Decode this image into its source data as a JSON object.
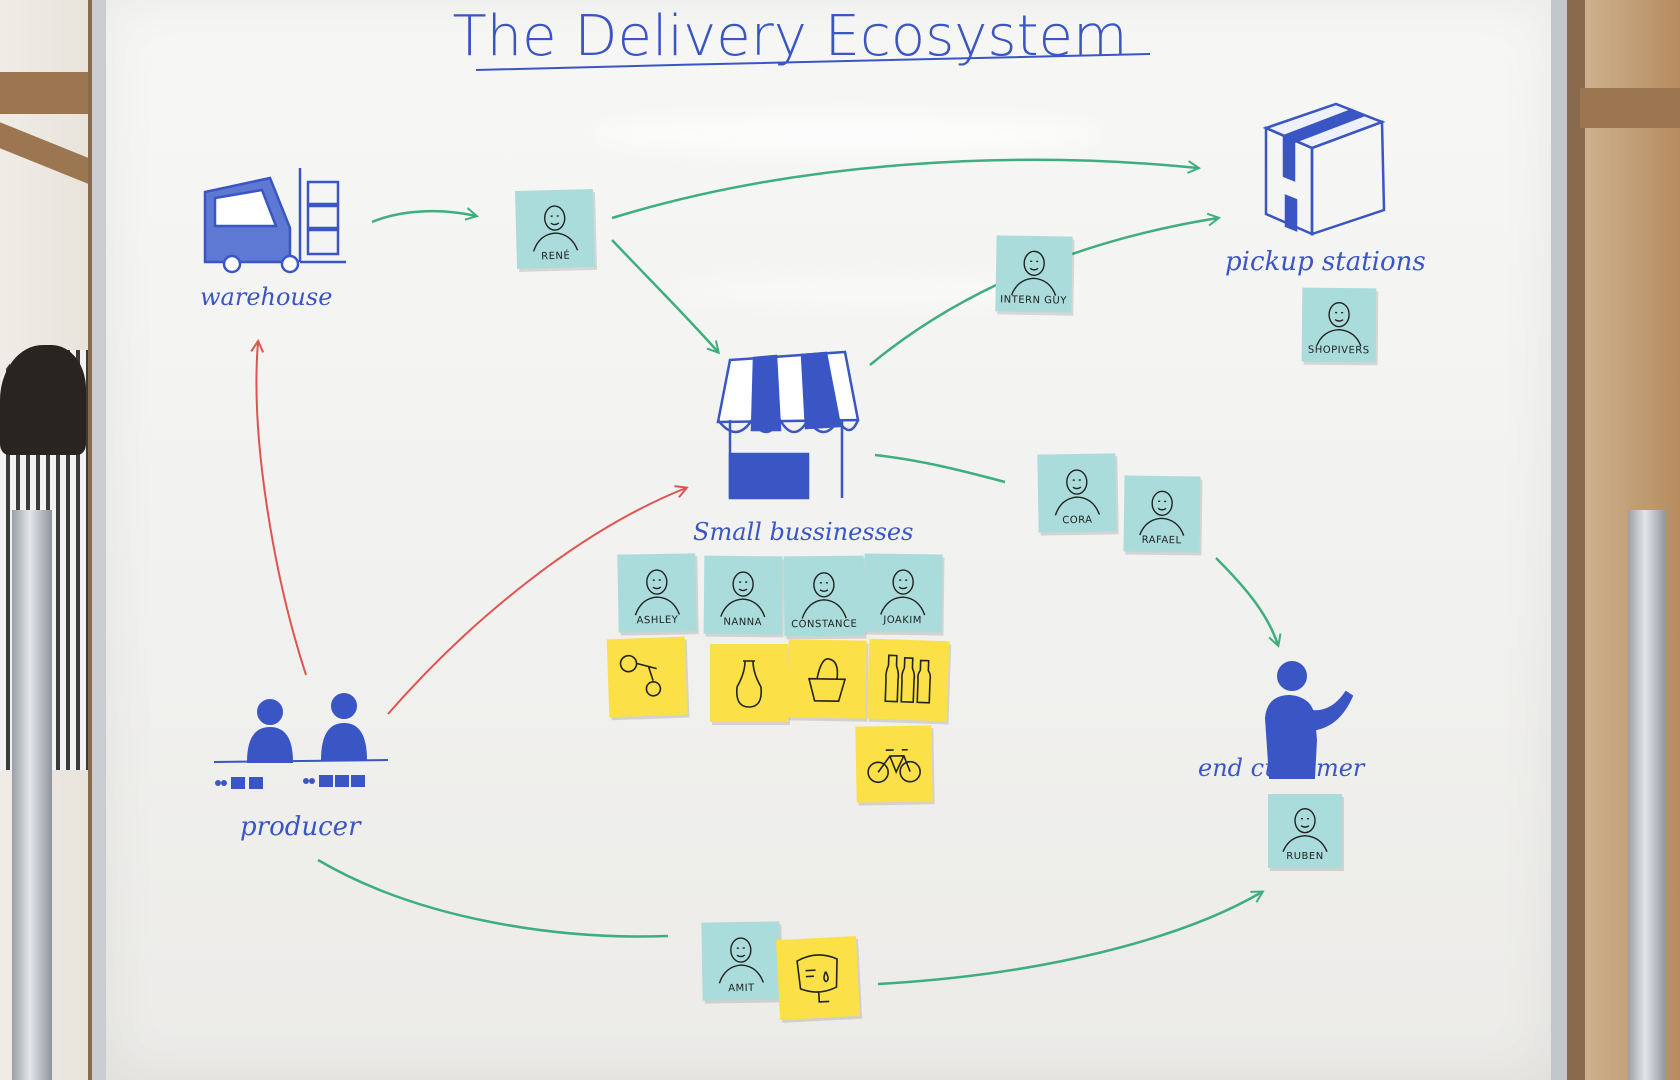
{
  "title": "The Delivery Ecosystem",
  "nodes": {
    "warehouse": "warehouse",
    "pickup_stations": "pickup stations",
    "small_businesses": "Small bussinesses",
    "producer": "producer",
    "end_customer": "end customer"
  },
  "people": {
    "rene": "RENÉ",
    "intern_guy": "INTERN GUY",
    "shopivers": "SHOPIVERS",
    "cora": "CORA",
    "rafael": "RAFAEL",
    "ashley": "ASHLEY",
    "nanna": "NANNA",
    "constance": "CONSTANCE",
    "joakim": "JOAKIM",
    "ruben": "RUBEN",
    "amit": "AMIT"
  },
  "colors": {
    "marker_blue": "#3a55c4",
    "marker_green": "#3fae7f",
    "marker_red": "#e0534f",
    "note_blue": "#a9dcdb",
    "note_yellow": "#fbe047"
  },
  "icons": {
    "product_notes": [
      "keys-icon",
      "vase-icon",
      "bread-basket-icon",
      "bottles-icon",
      "bicycle-icon"
    ],
    "delivery_note": "package-drop-icon"
  }
}
